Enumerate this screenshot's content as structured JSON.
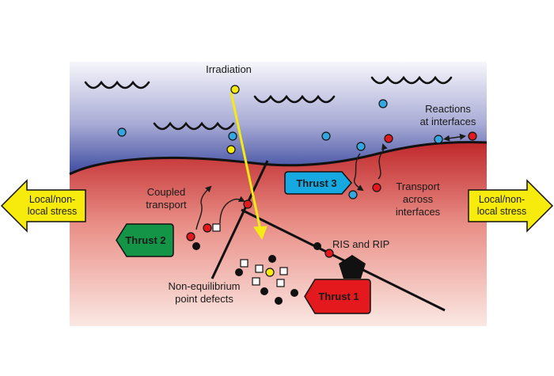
{
  "labels": {
    "irradiation": "Irradiation",
    "reactions_line1": "Reactions",
    "reactions_line2": "at interfaces",
    "coupled_line1": "Coupled",
    "coupled_line2": "transport",
    "transport_line1": "Transport",
    "transport_line2": "across",
    "transport_line3": "interfaces",
    "ris_rip": "RIS and RIP",
    "noneq_line1": "Non-equilibrium",
    "noneq_line2": "point defects"
  },
  "thrusts": {
    "thrust1": "Thrust 1",
    "thrust2": "Thrust 2",
    "thrust3": "Thrust 3"
  },
  "stress_arrows": {
    "left_line1": "Local/non-",
    "left_line2": "local stress",
    "right_line1": "Local/non-",
    "right_line2": "local stress"
  },
  "colors": {
    "fluid_top": "#f7f6fb",
    "fluid_bottom": "#3d4ba0",
    "solid_top": "#c0282b",
    "solid_bottom": "#fbe8e3",
    "thrust1": "#e3191e",
    "thrust2": "#149447",
    "thrust3": "#16a9e1",
    "stress_arrow": "#f7eb0e",
    "irradiation_arrow": "#f5ea14",
    "particle_blue": "#35a7de",
    "particle_red": "#e3191e",
    "particle_yellow": "#f7eb0e",
    "particle_black": "#111111"
  },
  "icons": {
    "waves": "wave-icon",
    "precipitate": "pentagon-precipitate-icon",
    "vacancy": "vacancy-square-icon"
  }
}
